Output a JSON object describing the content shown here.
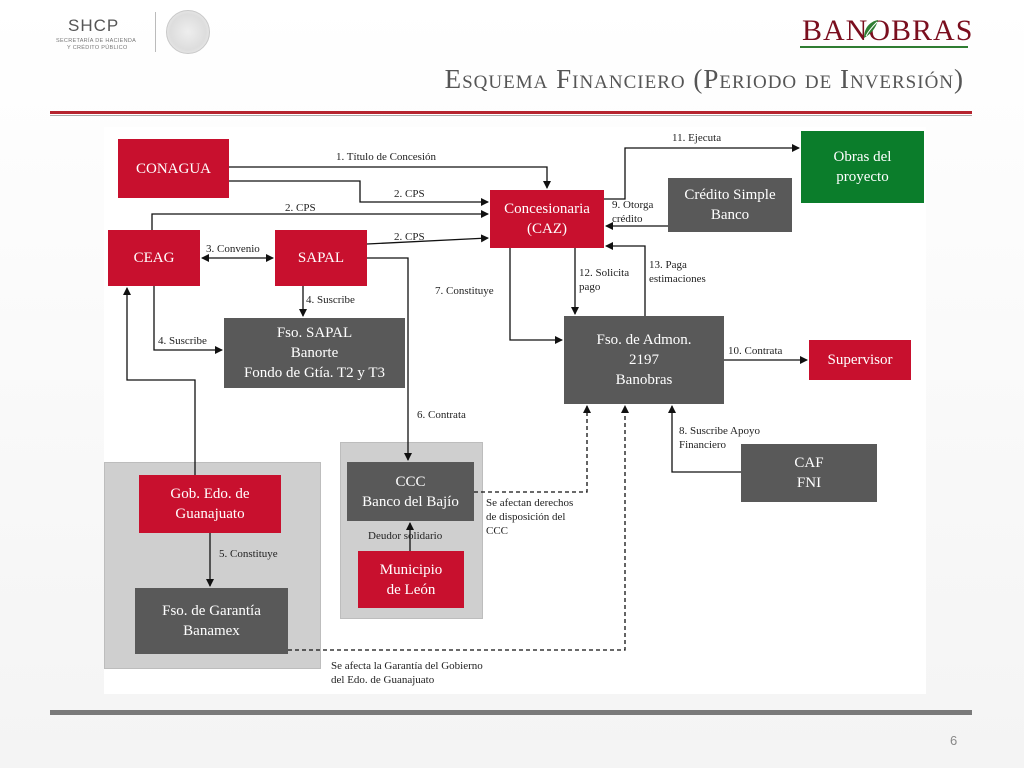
{
  "header": {
    "shcp_name": "SHCP",
    "shcp_sub1": "SECRETARÍA DE HACIENDA",
    "shcp_sub2": "Y CRÉDITO PÚBLICO",
    "brand": "BANOBRAS",
    "title": "Esquema Financiero (Periodo de Inversión)"
  },
  "boxes": {
    "conagua": "CONAGUA",
    "ceag": "CEAG",
    "sapal": "SAPAL",
    "concesionaria": "Concesionaria\n(CAZ)",
    "credito": "Crédito Simple\nBanco",
    "obras": "Obras del\nproyecto",
    "fso_sapal": "Fso. SAPAL\nBanorte\nFondo de Gtía. T2 y T3",
    "fso_admon": "Fso. de Admon.\n2197\nBanobras",
    "supervisor": "Supervisor",
    "gob": "Gob. Edo. de\nGuanajuato",
    "fso_garantia": "Fso. de Garantía\nBanamex",
    "ccc": "CCC\nBanco del Bajío",
    "municipio": "Municipio\nde León",
    "caf": "CAF\nFNI"
  },
  "labels": {
    "l1": "1. Título de Concesión",
    "l2a": "2. CPS",
    "l2b": "2. CPS",
    "l2c": "2. CPS",
    "l3": "3. Convenio",
    "l4a": "4. Suscribe",
    "l4b": "4. Suscribe",
    "l5": "5. Constituye",
    "l6": "6. Contrata",
    "l7": "7. Constituye",
    "l8": "8. Suscribe  Apoyo\nFinanciero",
    "l9": "9. Otorga\ncrédito",
    "l10": "10. Contrata",
    "l11": "11. Ejecuta",
    "l12": "12. Solicita\npago",
    "l13": "13. Paga\nestimaciones",
    "deudor": "Deudor  solidario",
    "afectan": "Se afectan derechos\nde disposición  del\nCCC",
    "afecta_gob": "Se afecta la Garantía del Gobierno\ndel Edo. de Guanajuato"
  },
  "colors": {
    "red": "#c8102e",
    "gray": "#595959",
    "green": "#0b7d2b",
    "brand": "#7a0e1e"
  },
  "footer": {
    "page": "6"
  }
}
